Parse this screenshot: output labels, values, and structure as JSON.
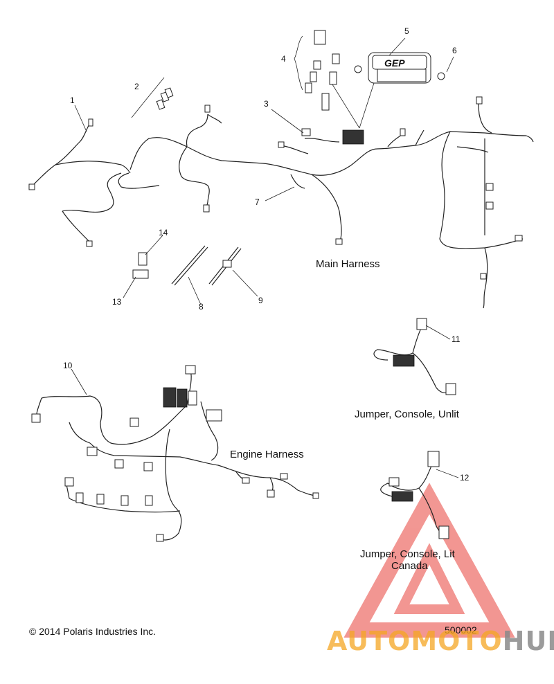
{
  "callouts": [
    "1",
    "2",
    "3",
    "4",
    "5",
    "6",
    "7",
    "8",
    "9",
    "10",
    "11",
    "12",
    "13",
    "14"
  ],
  "labels": {
    "main_harness": "Main Harness",
    "engine_harness": "Engine Harness",
    "jumper_unlit": "Jumper, Console, Unlit",
    "jumper_lit_line1": "Jumper, Console, Lit",
    "jumper_lit_line2": "Canada",
    "copyright": "© 2014 Polaris Industries Inc.",
    "diagram_number": "500002",
    "box_brand": "GEP"
  },
  "watermark": {
    "part1": "AUTOMOTO",
    "part2": "HUB",
    "color_orange": "#f5a623",
    "color_grey": "#8a8a8a",
    "color_red": "#e8413a"
  }
}
